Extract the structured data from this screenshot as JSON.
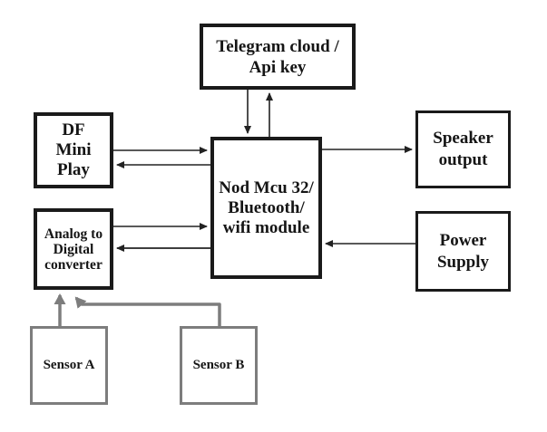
{
  "diagram": {
    "colors": {
      "background": "#ffffff",
      "box_border": "#1a1a1a",
      "sensor_border": "#7d7d7d",
      "text": "#151515",
      "edge": "#222222",
      "sensor_edge": "#7d7d7d"
    },
    "nodes": {
      "telegram_cloud": {
        "label": "Telegram cloud /\nApi key"
      },
      "df_mini_play": {
        "label": "DF\nMini\nPlay"
      },
      "nodemcu": {
        "label": "Nod Mcu 32/\nBluetooth/\nwifi module"
      },
      "speaker_output": {
        "label": "Speaker\noutput"
      },
      "power_supply": {
        "label": "Power\nSupply"
      },
      "adc": {
        "label": "Analog to\nDigital\nconverter"
      },
      "sensor_a": {
        "label": "Sensor A"
      },
      "sensor_b": {
        "label": "Sensor B"
      }
    },
    "edges": [
      {
        "from": "telegram_cloud",
        "to": "nodemcu",
        "color": "black"
      },
      {
        "from": "nodemcu",
        "to": "telegram_cloud",
        "color": "black"
      },
      {
        "from": "df_mini_play",
        "to": "nodemcu",
        "color": "black"
      },
      {
        "from": "nodemcu",
        "to": "df_mini_play",
        "color": "black"
      },
      {
        "from": "nodemcu",
        "to": "speaker_output",
        "color": "black"
      },
      {
        "from": "power_supply",
        "to": "nodemcu",
        "color": "black"
      },
      {
        "from": "adc",
        "to": "nodemcu",
        "color": "black"
      },
      {
        "from": "nodemcu",
        "to": "adc",
        "color": "black"
      },
      {
        "from": "sensor_a",
        "to": "adc",
        "color": "gray"
      },
      {
        "from": "sensor_b",
        "to": "adc",
        "color": "gray"
      }
    ]
  }
}
